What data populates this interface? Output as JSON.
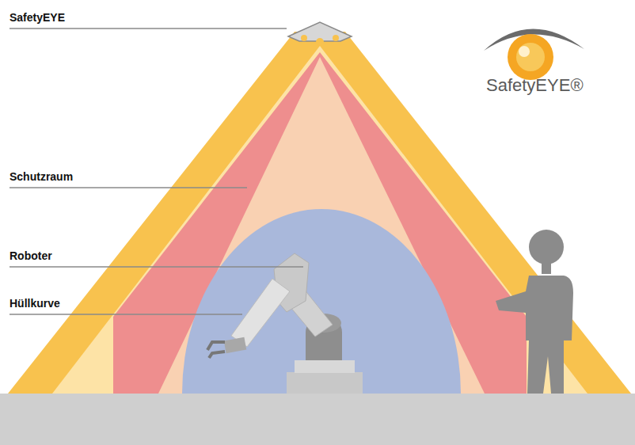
{
  "diagram": {
    "labels": [
      "SafetyEYE",
      "Schutzraum",
      "Roboter",
      "Hüllkurve",
      "SafetyEYE®"
    ]
  }
}
